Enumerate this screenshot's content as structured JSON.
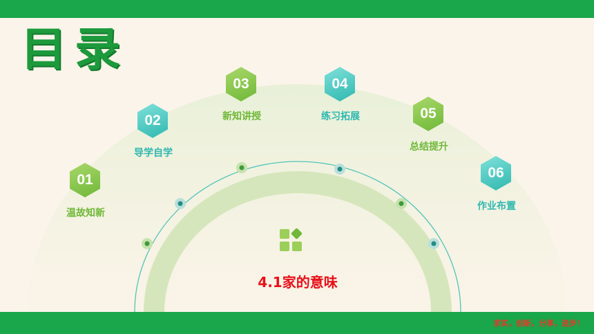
{
  "slide": {
    "title": "目录",
    "lesson_title": "4.1家的意味",
    "slogan": "求实，创新，分享，进步！"
  },
  "items": [
    {
      "number": "01",
      "label": "温故知新",
      "color": "green"
    },
    {
      "number": "02",
      "label": "导学自学",
      "color": "teal"
    },
    {
      "number": "03",
      "label": "新知讲授",
      "color": "green"
    },
    {
      "number": "04",
      "label": "练习拓展",
      "color": "teal"
    },
    {
      "number": "05",
      "label": "总结提升",
      "color": "green"
    },
    {
      "number": "06",
      "label": "作业布置",
      "color": "teal"
    }
  ],
  "colors": {
    "bar": "#1aa64a",
    "background": "#fbf4ea",
    "green_accent": "#6fb838",
    "teal_accent": "#2fb8b0",
    "lesson_title": "#e8101a"
  },
  "icons": [
    "grid-diamond-icon"
  ]
}
